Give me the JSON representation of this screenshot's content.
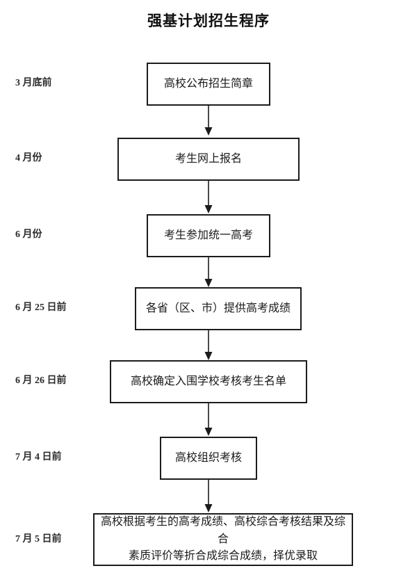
{
  "title": "强基计划招生程序",
  "flow": {
    "stages": [
      {
        "date": "3 月底前",
        "text": "高校公布招生简章",
        "lines": [
          "高校公布招生简章"
        ]
      },
      {
        "date": "4 月份",
        "text": "考生网上报名",
        "lines": [
          "考生网上报名"
        ]
      },
      {
        "date": "6 月份",
        "text": "考生参加统一高考",
        "lines": [
          "考生参加统一高考"
        ]
      },
      {
        "date": "6 月 25 日前",
        "text": "各省（区、市）提供高考成绩",
        "lines": [
          "各省（区、市）提供高考成绩"
        ]
      },
      {
        "date": "6 月 26 日前",
        "text": "高校确定入围学校考核考生名单",
        "lines": [
          "高校确定入围学校考核考生名单"
        ]
      },
      {
        "date": "7 月 4 日前",
        "text": "高校组织考核",
        "lines": [
          "高校组织考核"
        ]
      },
      {
        "date": "7 月 5 日前",
        "text": "高校根据考生的高考成绩、高校综合考核结果及综合素质评价等折合成综合成绩，择优录取",
        "lines": [
          "高校根据考生的高考成绩、高校综合考核结果及综合",
          "素质评价等折合成综合成绩，择优录取"
        ]
      }
    ],
    "arrow_count": 6,
    "arrow_direction": "down",
    "colors": {
      "box_border": "#1c1c1c",
      "box_fill": "#ffffff",
      "text": "#1a1a1a",
      "arrow": "#1c1c1c",
      "page_background": "#ffffff"
    }
  }
}
